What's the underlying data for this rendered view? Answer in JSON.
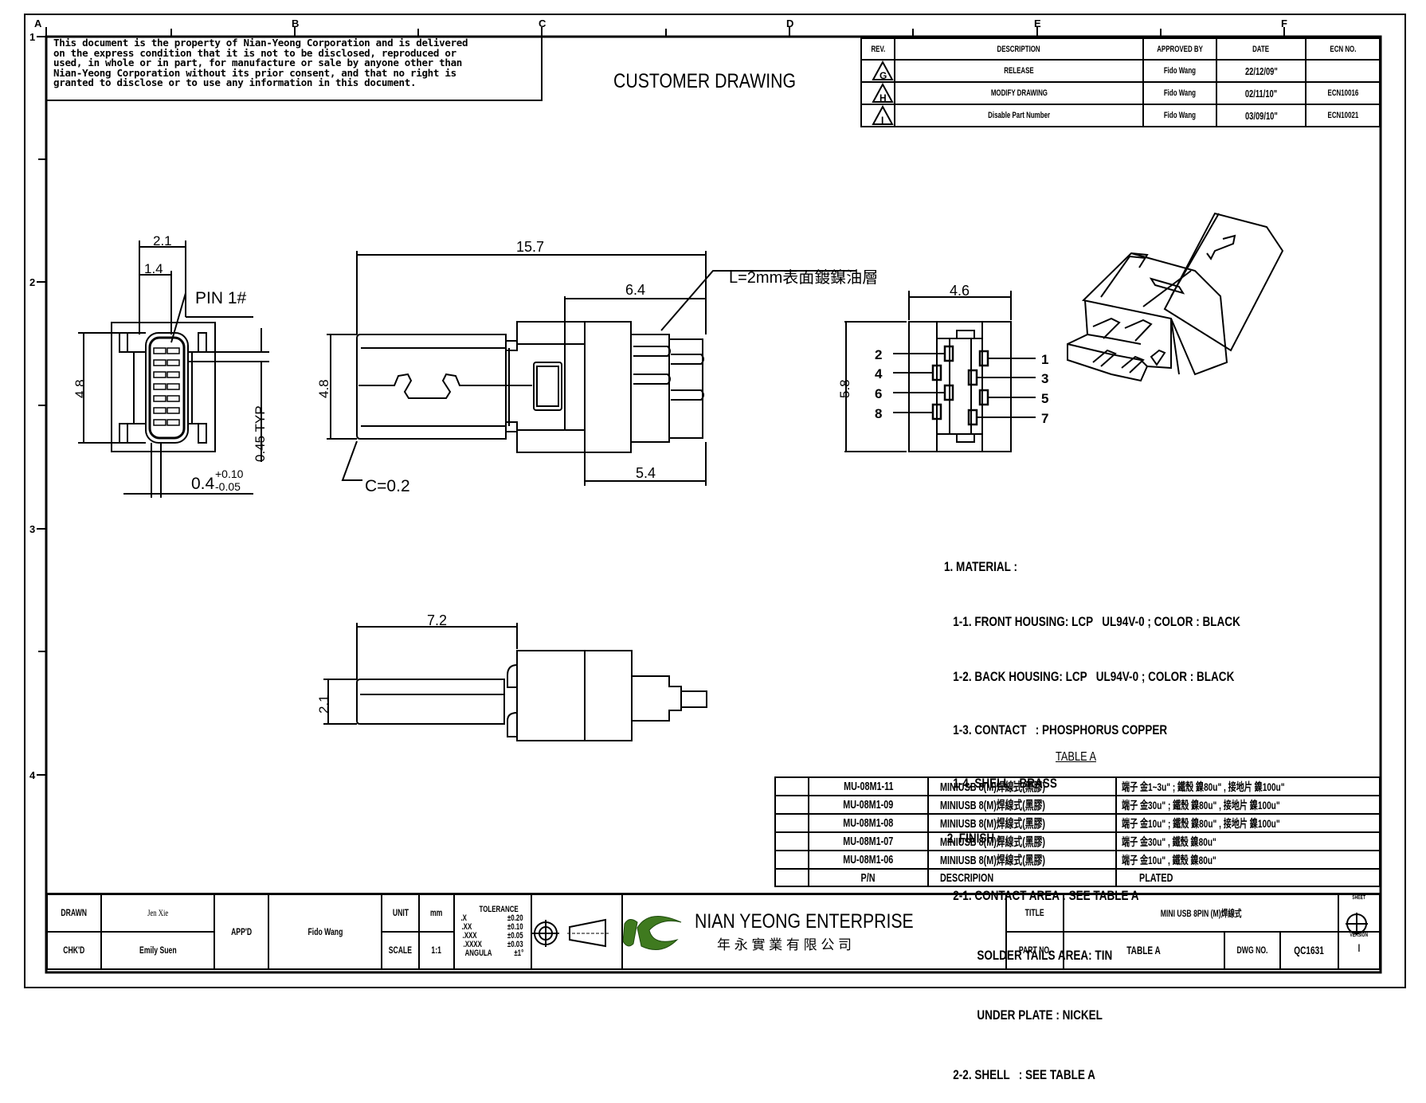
{
  "sheet": {
    "column_labels": [
      "A",
      "B",
      "C",
      "D",
      "E",
      "F"
    ],
    "row_labels": [
      "1",
      "2",
      "3",
      "4"
    ]
  },
  "notice": {
    "lines": [
      "This document is the property of Nian-Yeong Corporation and is delivered",
      "on  the  express condition that it is not to be disclosed, reproduced or",
      "used, in whole or in part, for manufacture or sale by anyone other than",
      "Nian-Yeong Corporation without  its prior consent, and that  no right  is",
      "granted to disclose or to use any information in this  document."
    ]
  },
  "heading": "CUSTOMER DRAWING",
  "revision_table": {
    "headers": [
      "REV.",
      "DESCRIPTION",
      "APPROVED BY",
      "DATE",
      "ECN NO."
    ],
    "rows": [
      {
        "rev": "G",
        "description": "RELEASE",
        "approved_by": "Fido Wang",
        "date": "22/12/09\"",
        "ecn": ""
      },
      {
        "rev": "H",
        "description": "MODIFY DRAWING",
        "approved_by": "Fido Wang",
        "date": "02/11/10\"",
        "ecn": "ECN10016"
      },
      {
        "rev": "I",
        "description": "Disable Part Number",
        "approved_by": "Fido Wang",
        "date": "03/09/10\"",
        "ecn": "ECN10021"
      }
    ]
  },
  "front_view": {
    "dim_width_outer": "2.1",
    "dim_width_inner": "1.4",
    "dim_height": "4.8",
    "pin1_label": "PIN  1#",
    "pitch_label": "0.45  TYP",
    "pin_width": "0.4",
    "pin_tol_plus": "+0.10",
    "pin_tol_minus": "-0.05"
  },
  "side_view": {
    "dim_length": "15.7",
    "dim_rear": "6.4",
    "dim_height": "4.8",
    "dim_body": "5.4",
    "chamfer": "C=0.2",
    "plating_note": "L=2mm表面鍍鎳油層"
  },
  "rear_view": {
    "dim_width": "4.6",
    "dim_height": "5.8",
    "pins_left": [
      "2",
      "4",
      "6",
      "8"
    ],
    "pins_right": [
      "1",
      "3",
      "5",
      "7"
    ]
  },
  "top_view": {
    "dim_length": "7.2",
    "dim_height": "2.1"
  },
  "notes": [
    "1. MATERIAL :",
    "   1-1. FRONT HOUSING: LCP   UL94V-0 ; COLOR : BLACK",
    "   1-2. BACK HOUSING: LCP   UL94V-0 ; COLOR : BLACK",
    "   1-3. CONTACT   : PHOSPHORUS COPPER",
    "   1-4. SHELL : BRASS",
    " 2. FINISH :",
    "   2-1. CONTACT AREA : SEE TABLE A",
    "           SOLDER TAILS AREA: TIN",
    "           UNDER PLATE : NICKEL",
    "   2-2. SHELL   : SEE TABLE A"
  ],
  "table_a": {
    "title": "TABLE A",
    "rows": [
      {
        "pn": "MU-08M1-11",
        "description": "MINIUSB 8(M)焊線式(黑膠)",
        "plated": "端子 金1~3u\" ; 鐵殼 鎳80u\" , 接地片 鎳100u\""
      },
      {
        "pn": "MU-08M1-09",
        "description": "MINIUSB 8(M)焊線式(黑膠)",
        "plated": "端子 金30u\" ; 鐵殼 鎳80u\" , 接地片 鎳100u\""
      },
      {
        "pn": "MU-08M1-08",
        "description": "MINIUSB 8(M)焊線式(黑膠)",
        "plated": "端子 金10u\" ; 鐵殼 鎳80u\" , 接地片 鎳100u\""
      },
      {
        "pn": "MU-08M1-07",
        "description": "MINIUSB 8(M)焊線式(黑膠)",
        "plated": "端子 金30u\" , 鐵殼 鎳80u\""
      },
      {
        "pn": "MU-08M1-06",
        "description": "MINIUSB 8(M)焊線式(黑膠)",
        "plated": "端子 金10u\" , 鐵殼 鎳80u\""
      }
    ],
    "headers": {
      "pn": "P/N",
      "description": "DESCRIPION",
      "plated": "PLATED"
    }
  },
  "title_block": {
    "drawn_label": "DRAWN",
    "drawn_value": "Jen Xie",
    "checked_label": "CHK'D",
    "checked_value": "Emily Suen",
    "approved_label": "APP'D",
    "approved_value": "Fido Wang",
    "unit_label": "UNIT",
    "unit_value": "mm",
    "scale_label": "SCALE",
    "scale_value": "1:1",
    "tolerance": {
      "title": "TOLERANCE",
      "rows": [
        {
          "k": ".X",
          "v": "±0.20"
        },
        {
          "k": ".XX",
          "v": "±0.10"
        },
        {
          "k": ".XXX",
          "v": "±0.05"
        },
        {
          "k": ".XXXX",
          "v": "±0.03"
        },
        {
          "k": "ANGULA",
          "v": "±1°"
        }
      ]
    },
    "company_name": "NIAN YEONG ENTERPRISE",
    "company_name_cn": "年 永 實 業 有 限 公 司",
    "title_label": "TITLE",
    "title_value": "MINI USB 8PIN (M)焊線式",
    "part_no_label": "PART NO.",
    "part_no_value": "TABLE A",
    "dwg_no_label": "DWG NO.",
    "dwg_no_value": "QC1631",
    "sheet_label": "SHEET",
    "version_label": "VERSION",
    "version_value": "I"
  },
  "colors": {
    "ink": "#000000",
    "logo_green": "#3f7a1f",
    "logo_dark": "#1e4a0e"
  }
}
